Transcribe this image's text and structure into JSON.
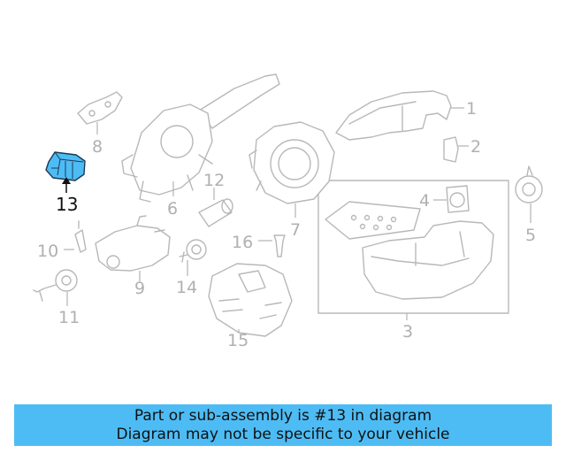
{
  "diagram": {
    "callouts": {
      "c1": "1",
      "c2": "2",
      "c3": "3",
      "c4": "4",
      "c5": "5",
      "c6": "6",
      "c7": "7",
      "c8": "8",
      "c9": "9",
      "c10": "10",
      "c11": "11",
      "c12": "12",
      "c13": "13",
      "c14": "14",
      "c15": "15",
      "c16": "16"
    },
    "highlight_part": "13",
    "colors": {
      "highlight_part_fill": "#4ebcf4",
      "banner_background": "#4ebcf4",
      "part_outline": "#b8b8b8",
      "callout_text": "#b0b0b0",
      "highlight_text": "#111111"
    }
  },
  "banner": {
    "line1": "Part or sub-assembly is #13 in diagram",
    "line2": "Diagram may not be specific to your vehicle"
  }
}
